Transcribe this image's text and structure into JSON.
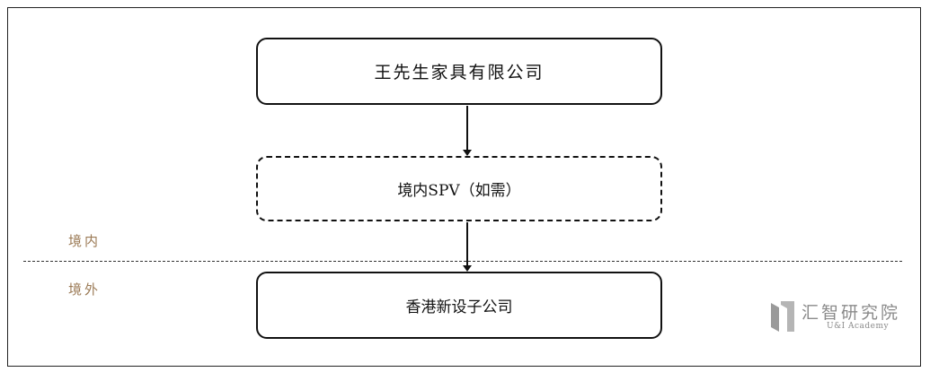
{
  "diagram": {
    "nodes": {
      "parent": "王先生家具有限公司",
      "spv": "境内SPV（如需）",
      "hk": "香港新设子公司"
    },
    "regions": {
      "domestic": "境内",
      "overseas": "境外"
    }
  },
  "logo": {
    "name_cn": "汇智研究院",
    "name_en": "U&I Academy",
    "color": "#8a8a8a"
  },
  "colors": {
    "region_label": "#9b7a55",
    "line": "#111111"
  }
}
